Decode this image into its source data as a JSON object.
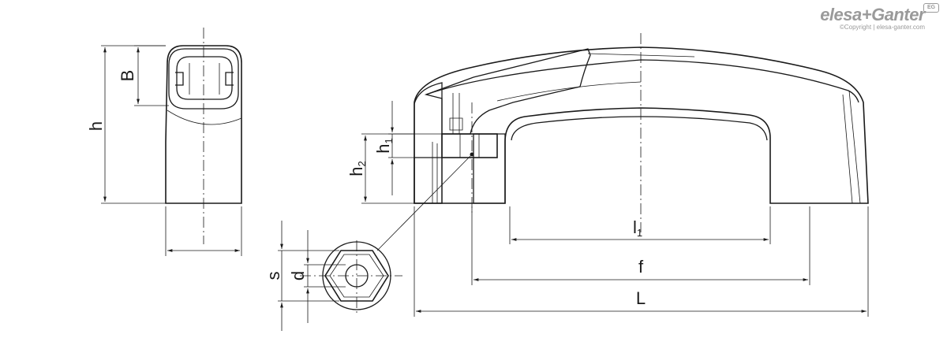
{
  "brand": {
    "name": "elesa+Ganter",
    "copyright": "©Copyright | elesa-ganter.com",
    "badge": "EG"
  },
  "dimensions": {
    "h": "h",
    "B": "B",
    "h1_main": "h",
    "h1_sub": "1",
    "h2_main": "h",
    "h2_sub": "2",
    "s": "s",
    "d": "d",
    "l1_main": "l",
    "l1_sub": "1",
    "f": "f",
    "L": "L"
  },
  "colors": {
    "line": "#1a1a1a",
    "brand": "#9a9a9a"
  }
}
